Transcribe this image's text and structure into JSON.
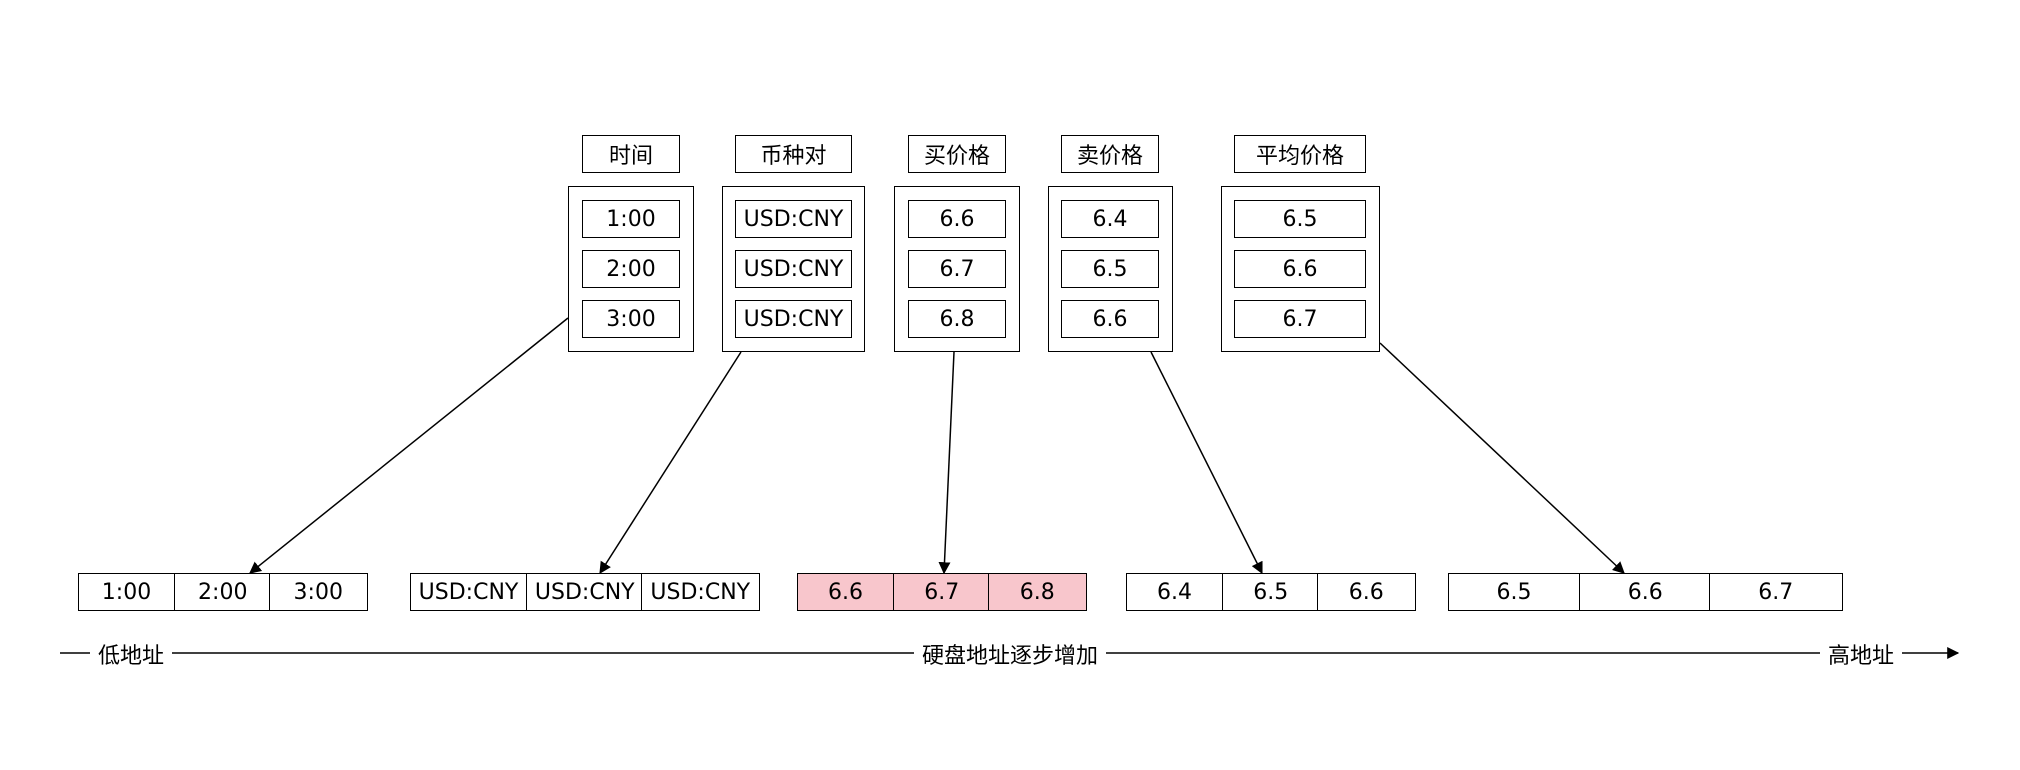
{
  "columns": [
    {
      "header": "时间",
      "values": [
        "1:00",
        "2:00",
        "3:00"
      ]
    },
    {
      "header": "币种对",
      "values": [
        "USD:CNY",
        "USD:CNY",
        "USD:CNY"
      ]
    },
    {
      "header": "买价格",
      "values": [
        "6.6",
        "6.7",
        "6.8"
      ]
    },
    {
      "header": "卖价格",
      "values": [
        "6.4",
        "6.5",
        "6.6"
      ]
    },
    {
      "header": "平均价格",
      "values": [
        "6.5",
        "6.6",
        "6.7"
      ]
    }
  ],
  "disk_segments": [
    {
      "values": [
        "1:00",
        "2:00",
        "3:00"
      ],
      "highlighted": false
    },
    {
      "values": [
        "USD:CNY",
        "USD:CNY",
        "USD:CNY"
      ],
      "highlighted": false
    },
    {
      "values": [
        "6.6",
        "6.7",
        "6.8"
      ],
      "highlighted": true
    },
    {
      "values": [
        "6.4",
        "6.5",
        "6.6"
      ],
      "highlighted": false
    },
    {
      "values": [
        "6.5",
        "6.6",
        "6.7"
      ],
      "highlighted": false
    }
  ],
  "axis": {
    "low_label": "低地址",
    "middle_label": "硬盘地址逐步增加",
    "high_label": "高地址"
  },
  "colors": {
    "highlight": "#f8c6cc",
    "stroke": "#000000"
  }
}
